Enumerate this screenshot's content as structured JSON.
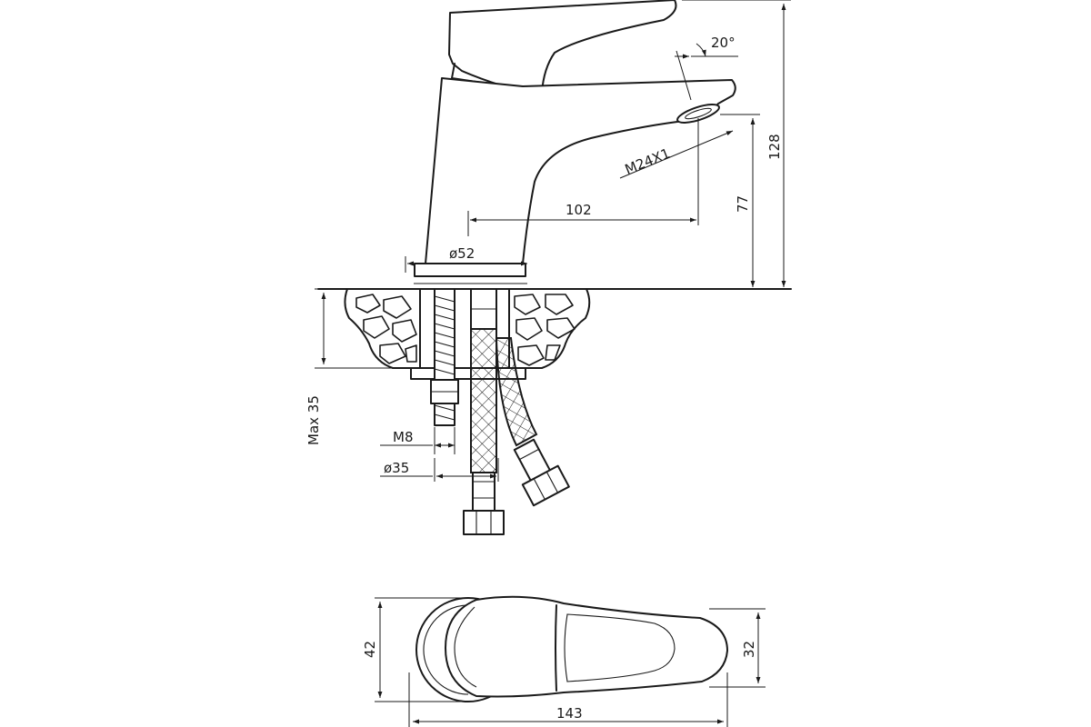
{
  "dimensions": {
    "angle": "20°",
    "thread": "M24X1",
    "reach": "102",
    "total_height": "128",
    "spout_height": "77",
    "base_diameter": "ø52",
    "max_thickness": "Max 35",
    "stud_thread": "M8",
    "hole_diameter": "ø35",
    "width_42": "42",
    "width_32": "32",
    "length": "143"
  },
  "colors": {
    "line": "#1a1a1a",
    "background": "#ffffff"
  }
}
